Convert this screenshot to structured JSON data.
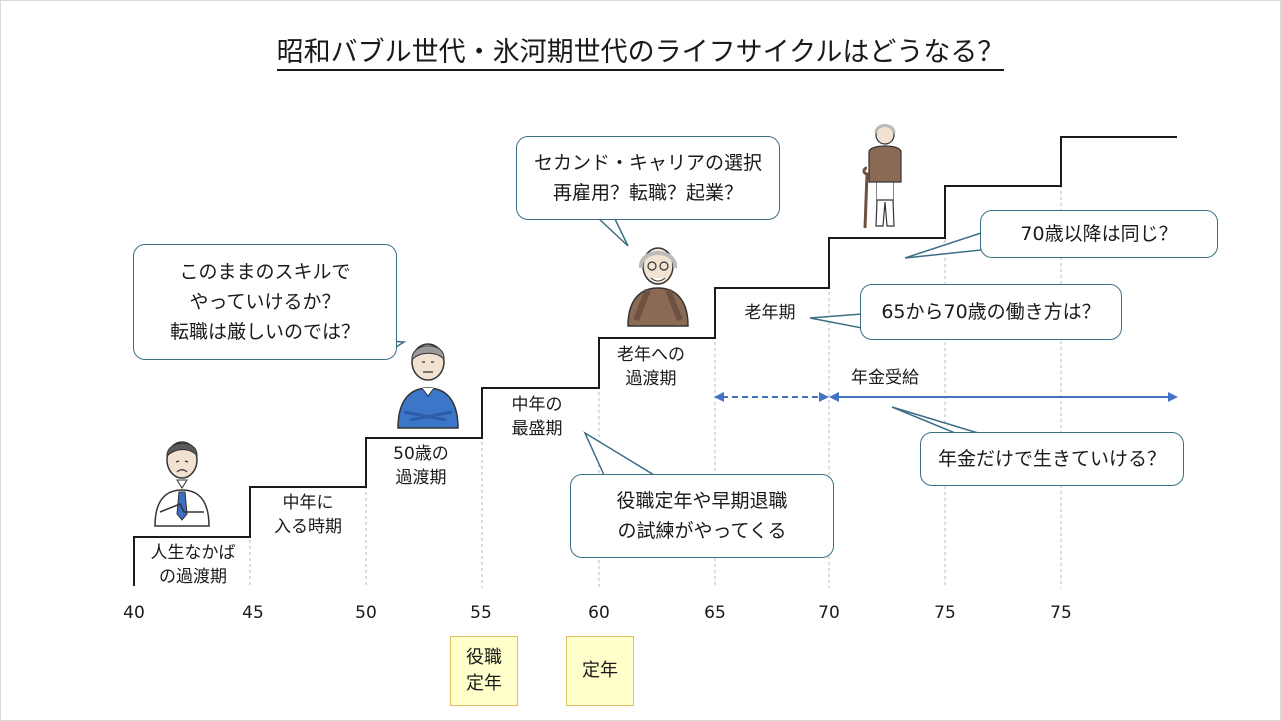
{
  "title": "昭和バブル世代・氷河期世代のライフサイクルはどうなる？",
  "x_ticks": [
    "40",
    "45",
    "50",
    "55",
    "60",
    "65",
    "70",
    "75",
    "75"
  ],
  "stage_labels": {
    "s1": [
      "人生なかば",
      "の過渡期"
    ],
    "s2": [
      "中年に",
      "入る時期"
    ],
    "s3": [
      "50歳の",
      "過渡期"
    ],
    "s4": [
      "中年の",
      "最盛期"
    ],
    "s5": [
      "老年への",
      "過渡期"
    ],
    "s6": "老年期"
  },
  "pension_label": "年金受給",
  "bubbles": {
    "skill": [
      "このままのスキルで",
      "やっていけるか？",
      "転職は厳しいのでは？"
    ],
    "second_career": [
      "セカンド・キャリアの選択",
      "再雇用？転職？起業？"
    ],
    "ordeal": [
      "役職定年や早期退職",
      "の試練がやってくる"
    ],
    "after70": "70歳以降は同じ？",
    "work65": "65から70歳の働き方は？",
    "pension_only": "年金だけで生きていける？"
  },
  "yellow_boxes": {
    "yakushoku": [
      "役職",
      "定年"
    ],
    "teinen": "定年"
  },
  "colors": {
    "step_line": "#1a1a1a",
    "arrow": "#4472c4",
    "bubble_border": "#3c6f86",
    "yellow_fill": "#ffffcc"
  },
  "icons": {
    "person1": "worried-young-man-icon",
    "person2": "man-arms-crossed-icon",
    "person3": "elderly-man-thinking-icon",
    "person4": "elderly-man-with-cane-icon"
  }
}
